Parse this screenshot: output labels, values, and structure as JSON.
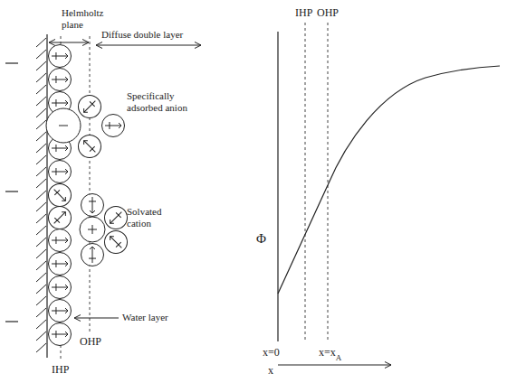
{
  "diagram": {
    "labels": [
      "Helmholtz plane",
      "Diffuse double layer",
      "Specifically adsorbed anion",
      "Solvated cation",
      "Water layer",
      "OHP",
      "IHP",
      "IHP",
      "OHP",
      "Φ",
      "x=0",
      "x=x",
      "A",
      "x"
    ]
  }
}
